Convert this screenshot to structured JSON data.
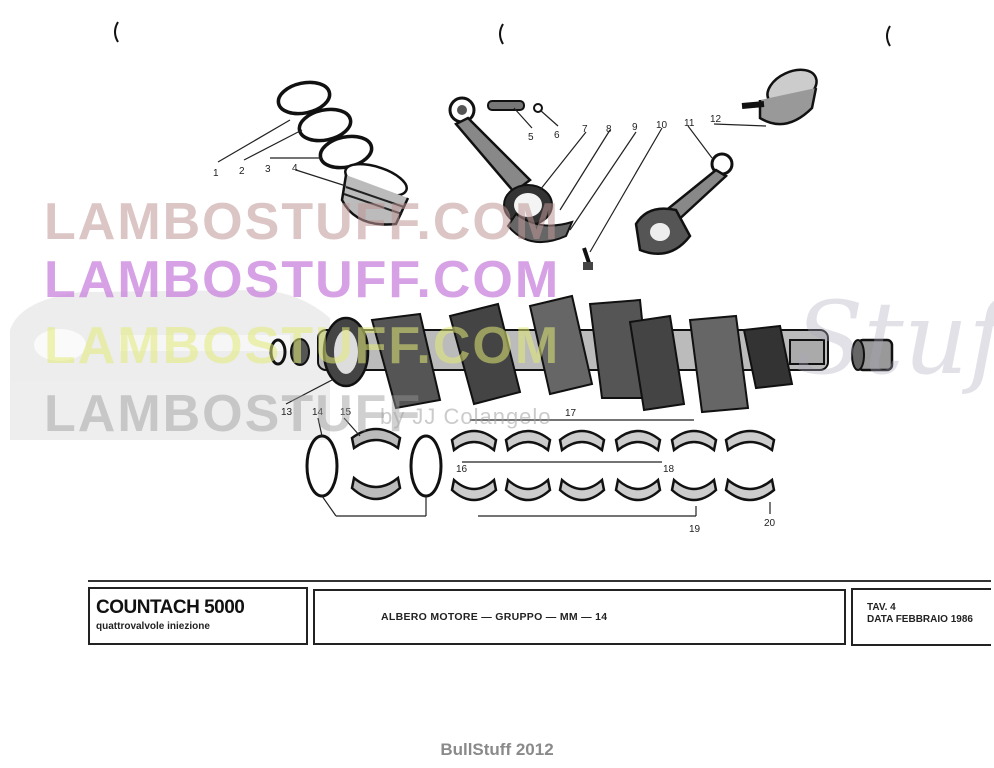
{
  "watermarks": {
    "site_1": "LAMBOSTUFF.COM",
    "site_2": "LAMBOSTUFF.COM",
    "site_3": "LAMBOSTUFF.COM",
    "site_4": "LAMBOSTUFF",
    "credit": "by JJ Colangelo",
    "script": "Stuff"
  },
  "callouts": [
    "1",
    "2",
    "3",
    "4",
    "5",
    "6",
    "7",
    "8",
    "9",
    "10",
    "11",
    "12",
    "13",
    "14",
    "15",
    "16",
    "17",
    "18",
    "19",
    "20"
  ],
  "title_block": {
    "model": "COUNTACH 5000",
    "subtitle": "quattrovalvole iniezione",
    "group": "ALBERO MOTORE — GRUPPO — MM — 14",
    "tav": "TAV. 4",
    "date": "DATA FEBBRAIO 1986"
  },
  "footer": "BullStuff 2012"
}
